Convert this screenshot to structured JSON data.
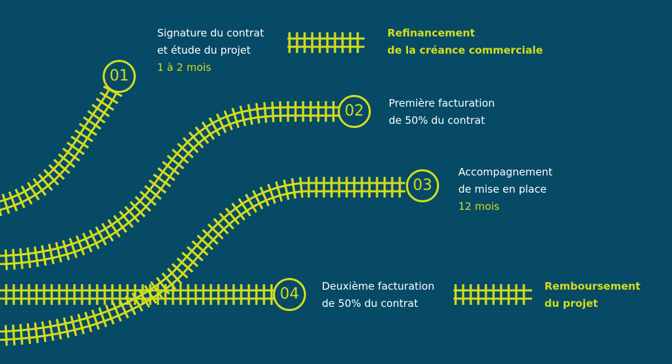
{
  "colors": {
    "background": "#064a66",
    "accent": "#d4dc1e",
    "text": "#ffffff"
  },
  "steps": [
    {
      "number": "01",
      "label": "Signature du contrat\net étude du projet",
      "duration": "1 à 2 mois"
    },
    {
      "number": "02",
      "label": "Première facturation\nde 50% du contrat"
    },
    {
      "number": "03",
      "label": "Accompagnement\nde mise en place",
      "duration": "12 mois"
    },
    {
      "number": "04",
      "label": "Deuxième facturation\nde 50% du contrat"
    }
  ],
  "refinancing": "Refinancement\nde la créance commerciale",
  "repayment": "Remboursement\ndu projet"
}
